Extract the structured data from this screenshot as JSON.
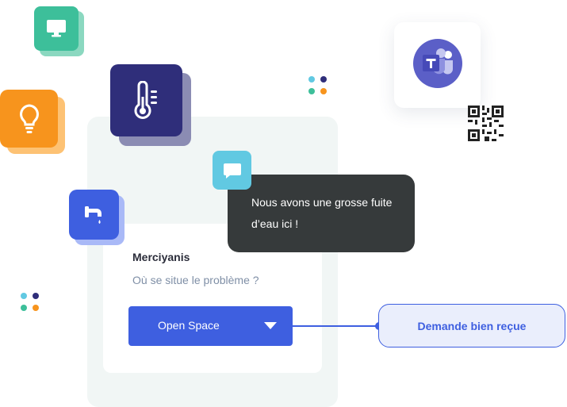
{
  "chat": {
    "message": "Nous avons une grosse fuite d’eau ici !"
  },
  "card": {
    "title": "Merciyanis",
    "question": "Où se situe le problème ?",
    "dropdown": {
      "selected": "Open Space"
    }
  },
  "confirmation": {
    "label": "Demande bien reçue"
  },
  "icons": {
    "screen": "monitor-icon",
    "bulb": "lightbulb-icon",
    "thermometer": "thermometer-icon",
    "tap": "faucet-icon",
    "chat": "chat-bubble-icon",
    "teams": "microsoft-teams-icon",
    "qr": "qr-code-icon"
  },
  "colors": {
    "primary": "#3e5fe0",
    "dark_bubble": "#363a3b",
    "teal": "#3dbf9a",
    "orange": "#f7941d",
    "navy": "#2f2e7a",
    "cyan": "#61c9e2",
    "teams_purple": "#5b5fc7"
  }
}
